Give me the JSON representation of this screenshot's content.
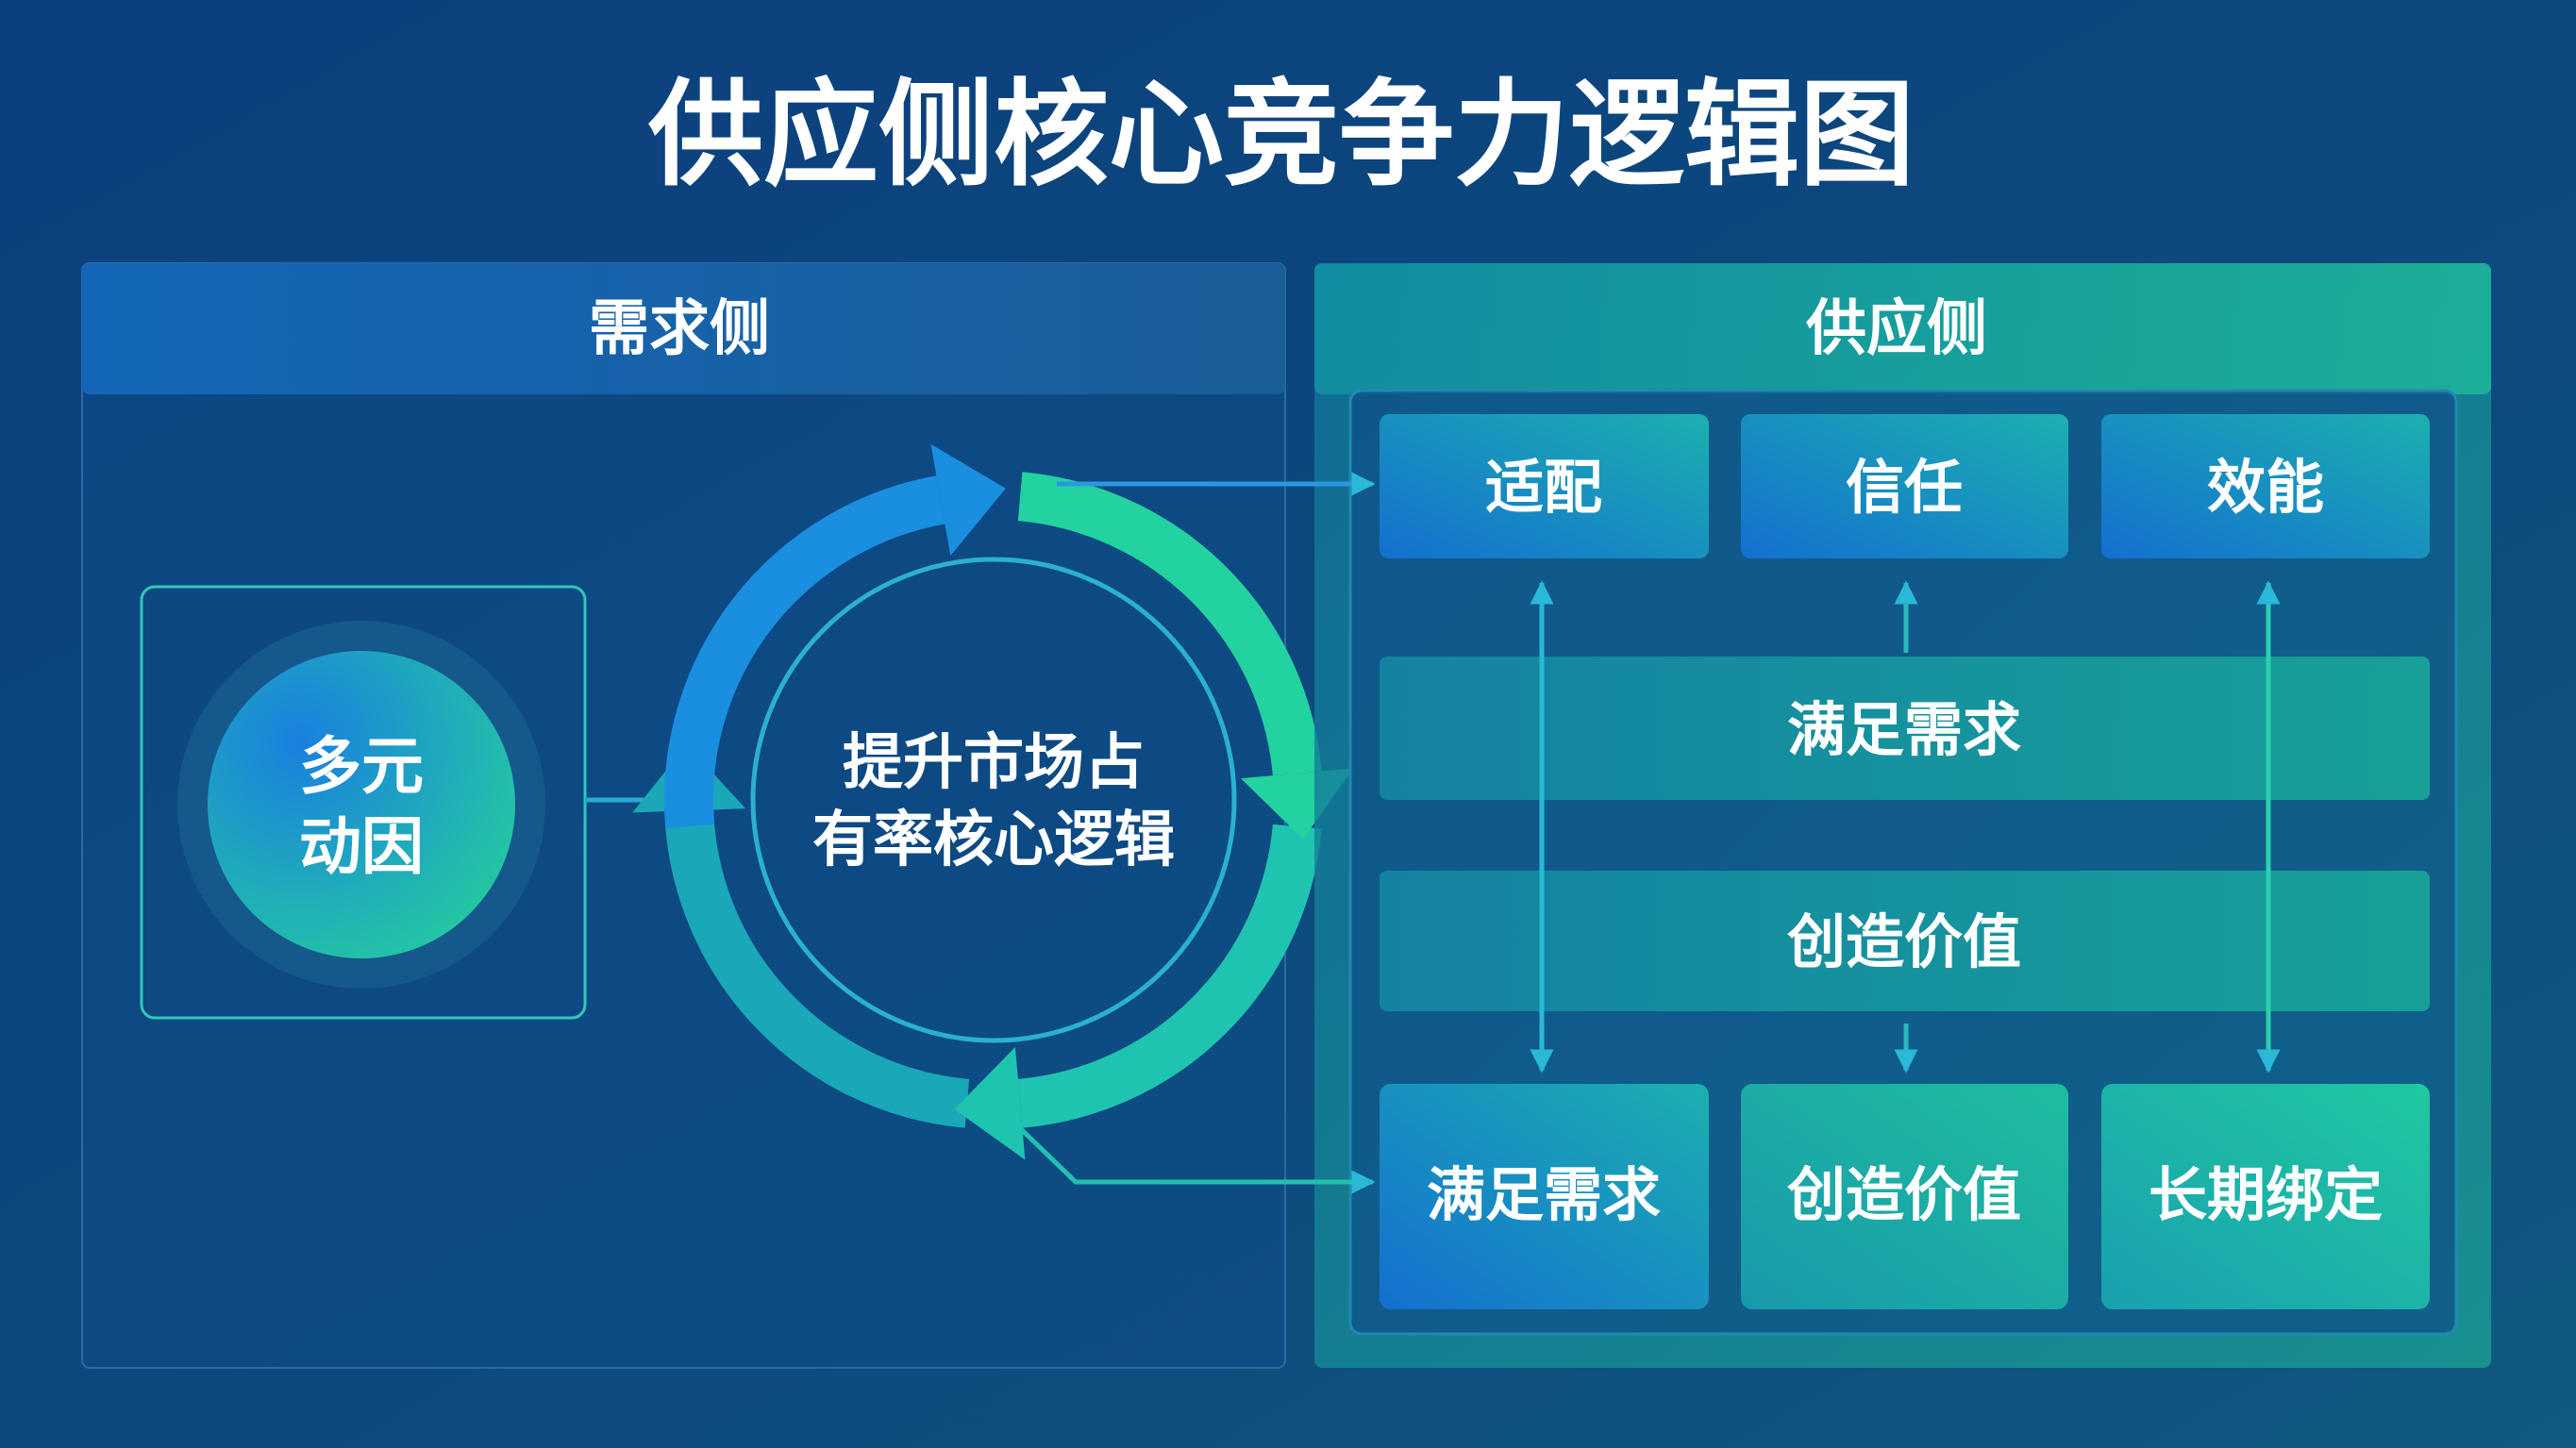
{
  "title": "供应侧核心竞争力逻辑图",
  "demand_side": {
    "header": "需求侧",
    "driver_line1": "多元",
    "driver_line2": "动因",
    "cycle_line1": "提升市场占",
    "cycle_line2": "有率核心逻辑"
  },
  "supply_side": {
    "header": "供应侧",
    "top_boxes": [
      "适配",
      "信任",
      "效能"
    ],
    "bars": [
      "满足需求",
      "创造价值"
    ],
    "bottom_boxes": [
      "满足需求",
      "创造价值",
      "长期绑定"
    ]
  },
  "colors": {
    "background": "#0d3a78",
    "blue": "#1a8fe0",
    "green": "#22d3a0",
    "teal": "#1aa8b8"
  }
}
